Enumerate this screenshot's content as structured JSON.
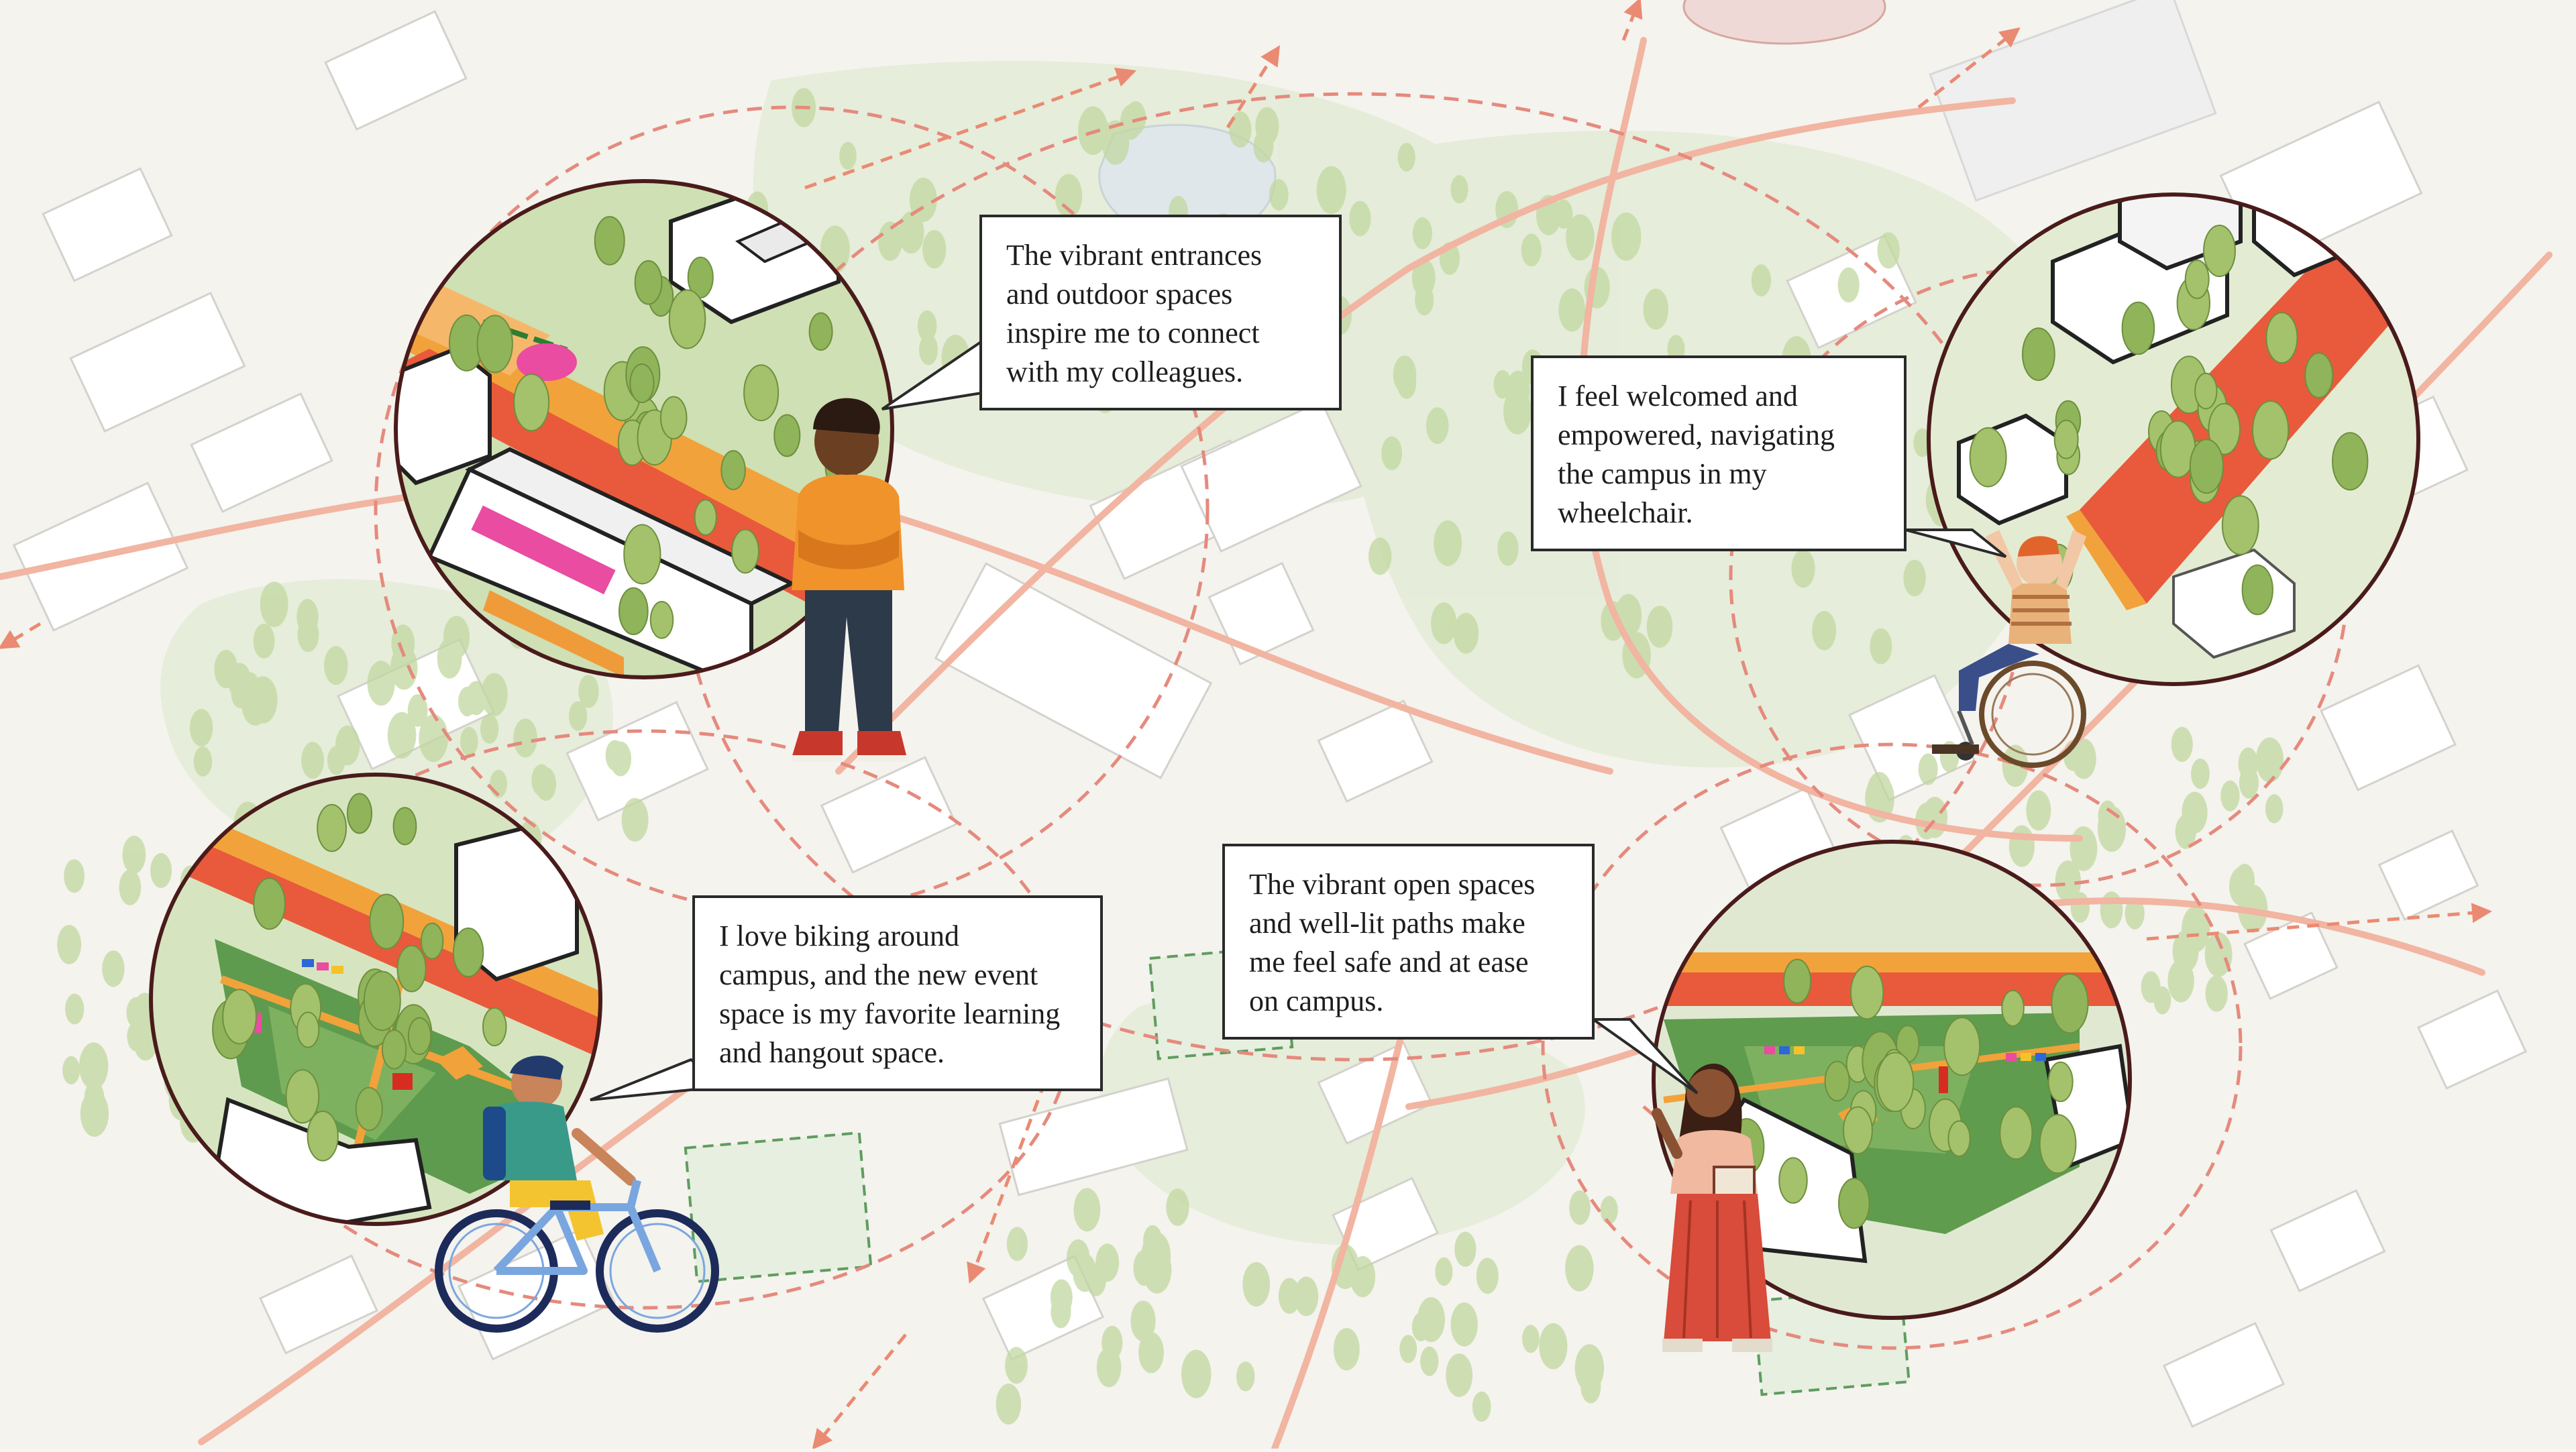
{
  "colors": {
    "background": "#f7f6f2",
    "path_red": "#e85a3b",
    "path_orange": "#f2a23a",
    "tree_green": "#8fb45a",
    "lawn_green": "#6fa35b",
    "building_white": "#ffffff",
    "circle_border": "#5a1e1e",
    "dashed_ring": "#e26b5c"
  },
  "quotes": [
    {
      "text": "The vibrant entrances\nand outdoor spaces\ninspire me to connect\nwith my colleagues."
    },
    {
      "text": "I feel welcomed and\nempowered, navigating\nthe campus in my\nwheelchair."
    },
    {
      "text": "I love biking around\ncampus, and the new event\nspace is my favorite learning\nand hangout space."
    },
    {
      "text": "The vibrant open spaces\nand well-lit paths make\nme feel safe and at ease\non campus."
    }
  ]
}
